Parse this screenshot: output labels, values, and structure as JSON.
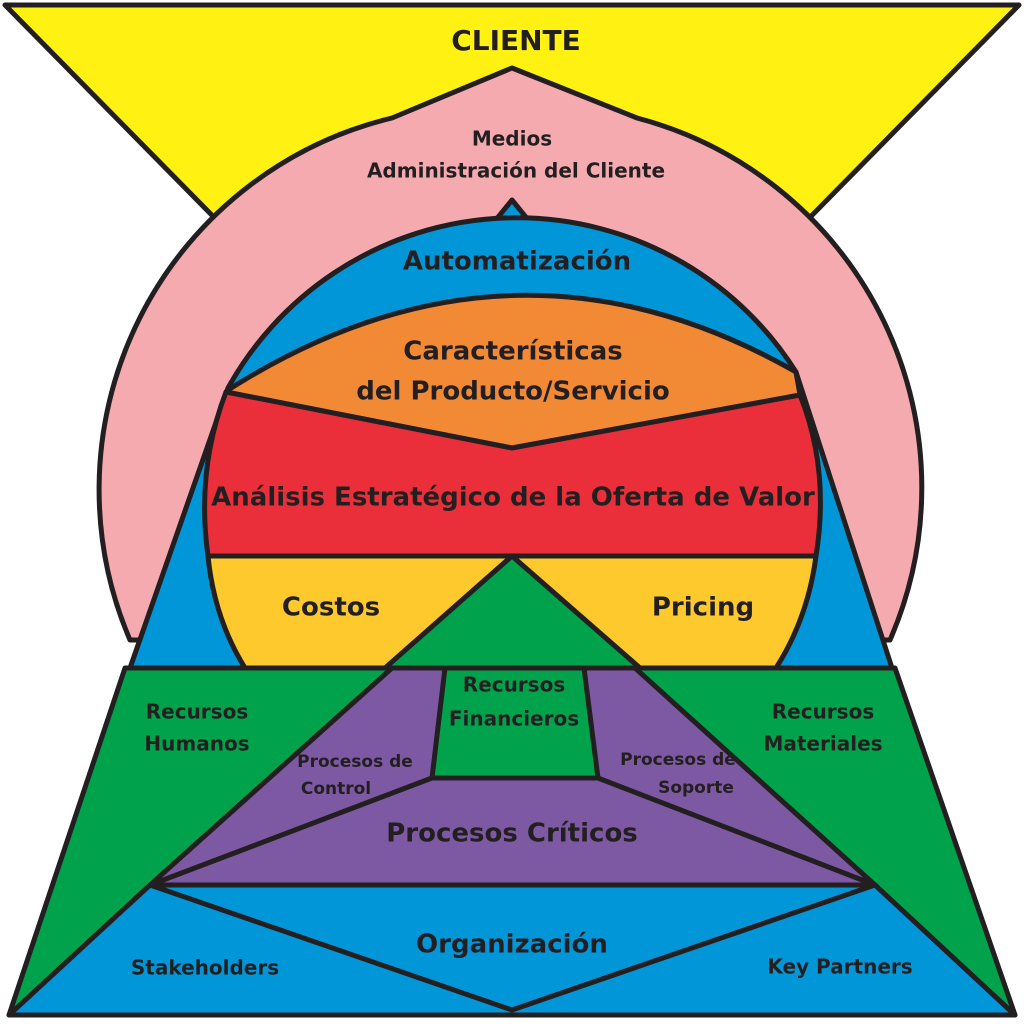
{
  "colors": {
    "yellow": "#fff212",
    "pink": "#f5aab0",
    "blue": "#0096d8",
    "orange": "#f28a35",
    "red": "#ea2f3a",
    "gold": "#fdc92c",
    "green": "#00a34c",
    "purple": "#7e59a3",
    "outline": "#231f20"
  },
  "labels": {
    "cliente": "CLIENTE",
    "medios": "Medios",
    "administracion": "Administración del Cliente",
    "automatizacion": "Automatización",
    "caracteristicas_1": "Características",
    "caracteristicas_2": "del Producto/Servicio",
    "analisis": "Análisis Estratégico de la Oferta de Valor",
    "costos": "Costos",
    "pricing": "Pricing",
    "recursos_financieros_1": "Recursos",
    "recursos_financieros_2": "Financieros",
    "recursos_humanos_1": "Recursos",
    "recursos_humanos_2": "Humanos",
    "recursos_materiales_1": "Recursos",
    "recursos_materiales_2": "Materiales",
    "procesos_control_1": "Procesos de",
    "procesos_control_2": "Control",
    "procesos_soporte_1": "Procesos de",
    "procesos_soporte_2": "Soporte",
    "procesos_criticos": "Procesos Críticos",
    "organizacion": "Organización",
    "stakeholders": "Stakeholders",
    "key_partners": "Key Partners"
  }
}
